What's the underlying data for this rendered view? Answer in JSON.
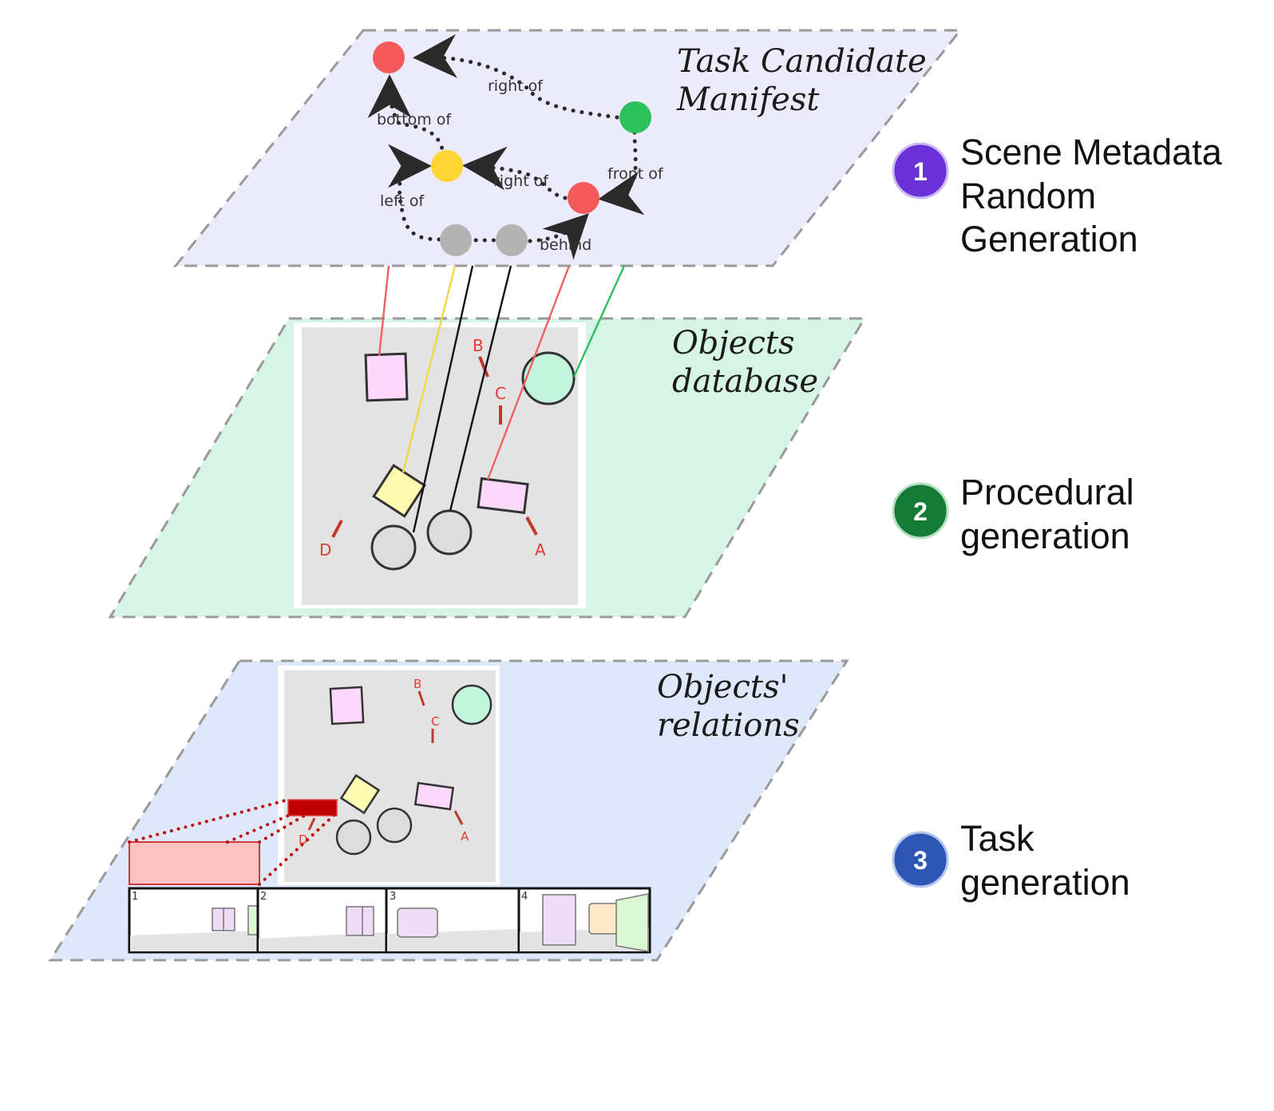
{
  "layers": [
    {
      "id": "task-candidate-manifest",
      "title_lines": [
        "Task Candidate",
        "Manifest"
      ],
      "fill": "#ecebfb",
      "graph": {
        "nodes": [
          {
            "id": "red-top",
            "color": "#f55a5a"
          },
          {
            "id": "green",
            "color": "#2ec05a"
          },
          {
            "id": "yellow",
            "color": "#fcd535"
          },
          {
            "id": "red-mid",
            "color": "#f55a5a"
          },
          {
            "id": "gray-left",
            "color": "#b3b3b3"
          },
          {
            "id": "gray-right",
            "color": "#b3b3b3"
          }
        ],
        "edges": [
          {
            "from": "green",
            "to": "red-top",
            "label": "right of"
          },
          {
            "from": "yellow",
            "to": "red-top",
            "label": "bottom of"
          },
          {
            "from": "red-mid",
            "to": "yellow",
            "label": "right of"
          },
          {
            "from": "green",
            "to": "red-mid",
            "label": "front of"
          },
          {
            "from": "gray-left",
            "to": "yellow",
            "label": "left of"
          },
          {
            "from": "gray-right",
            "to": "red-mid",
            "label": "behind"
          }
        ]
      }
    },
    {
      "id": "objects-database",
      "title_lines": [
        "Objects",
        "database"
      ],
      "fill": "#d6f5e6",
      "markers": [
        "A",
        "B",
        "C",
        "D"
      ]
    },
    {
      "id": "objects-relations",
      "title_lines": [
        "Objects'",
        "relations"
      ],
      "fill": "#dfe8fb",
      "markers": [
        "A",
        "B",
        "C",
        "D"
      ],
      "views": [
        "1",
        "2",
        "3",
        "4"
      ]
    }
  ],
  "steps": [
    {
      "number": "1",
      "lines": [
        "Scene Metadata",
        "Random",
        "Generation"
      ],
      "color": "#6a32d6"
    },
    {
      "number": "2",
      "lines": [
        "Procedural",
        "generation"
      ],
      "color": "#157a35"
    },
    {
      "number": "3",
      "lines": [
        "Task",
        "generation"
      ],
      "color": "#2c55b4"
    }
  ],
  "link_colors": {
    "red": "#f06060",
    "yellow": "#f5d648",
    "black": "#111111",
    "green": "#2ec05a"
  },
  "shape_colors": {
    "pink": "#fcd9fb",
    "yellow": "#fffbb0",
    "mint": "#c3f5dc",
    "gray": "#dddddd",
    "highlight": "#c00000",
    "zoom_box": "#ffc2c2"
  }
}
